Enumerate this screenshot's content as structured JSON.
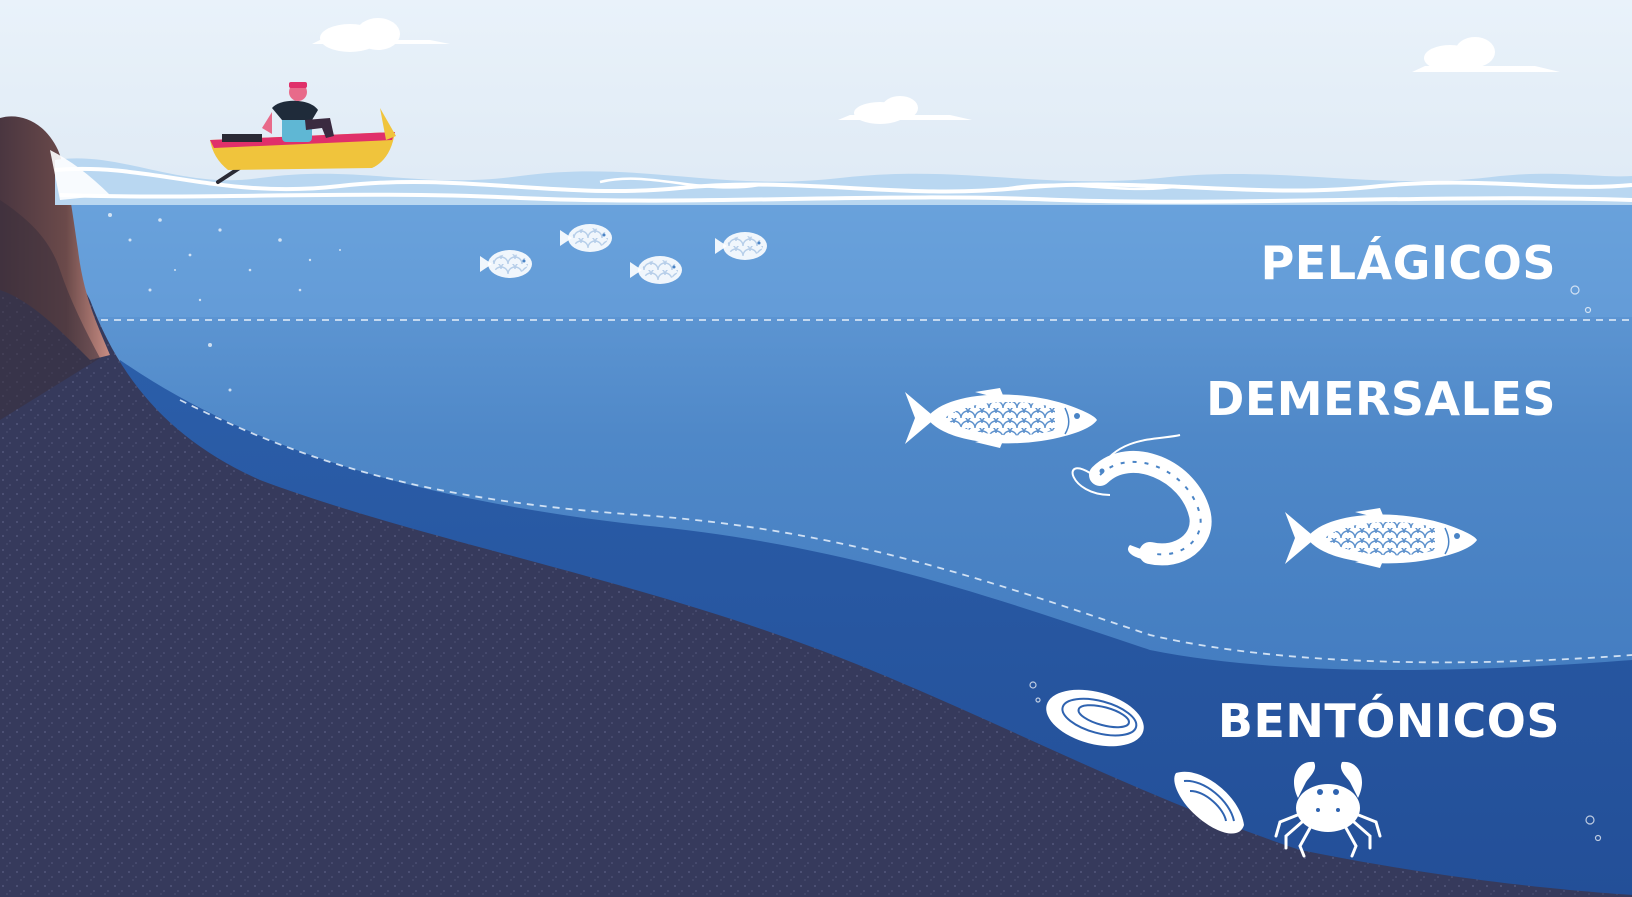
{
  "zones": {
    "pelagic": {
      "label": "PELÁGICOS",
      "icons": [
        "small-fish-icon",
        "small-fish-icon",
        "small-fish-icon",
        "small-fish-icon"
      ]
    },
    "demersal": {
      "label": "DEMERSALES",
      "icons": [
        "fish-icon",
        "shrimp-icon",
        "fish-icon"
      ]
    },
    "benthic": {
      "label": "BENTÓNICOS",
      "icons": [
        "clam-icon",
        "mussel-icon",
        "crab-icon"
      ]
    }
  },
  "scene_elements": [
    "sky",
    "clouds",
    "rowboat-with-fisherman",
    "sea-surface-waves",
    "rocky-cliff",
    "seabed"
  ],
  "colors": {
    "sky": "#e6f0f8",
    "pelagic_water": "#5b95d3",
    "demersal_water": "#4a84c6",
    "benthic_water": "#2f63b0",
    "seabed": "#3a3d5e",
    "cliff": "#5a4448",
    "boat_hull": "#f0c43c",
    "boat_trim": "#e0306a",
    "label_text": "#ffffff"
  }
}
